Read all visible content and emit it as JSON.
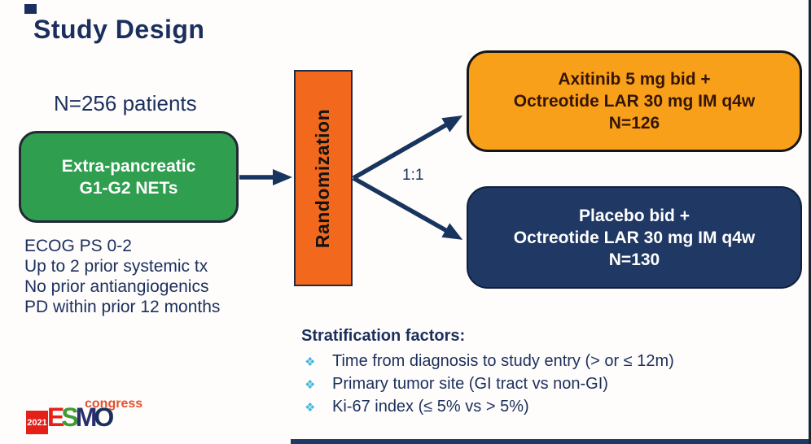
{
  "slide": {
    "title": "Study Design",
    "patients": "N=256 patients",
    "population_box": {
      "line1": "Extra-pancreatic",
      "line2": "G1-G2 NETs"
    },
    "criteria": [
      "ECOG PS 0-2",
      "Up to 2 prior systemic tx",
      "No prior antiangiogenics",
      "PD within prior 12 months"
    ],
    "randomization_label": "Randomization",
    "ratio": "1:1",
    "arm_top": {
      "line1": "Axitinib 5 mg bid +",
      "line2": "Octreotide LAR 30 mg IM q4w",
      "line3": "N=126"
    },
    "arm_bottom": {
      "line1": "Placebo bid +",
      "line2": "Octreotide LAR 30 mg IM q4w",
      "line3": "N=130"
    },
    "stratification": {
      "heading": "Stratification factors:",
      "items": [
        "Time from diagnosis to study entry (> or ≤ 12m)",
        "Primary tumor site (GI tract vs non-GI)",
        "Ki-67 index (≤ 5% vs > 5%)"
      ]
    },
    "logo": {
      "year": "2021",
      "letters": [
        "E",
        "S",
        "M",
        "O"
      ],
      "suffix": "congress"
    }
  },
  "icons": {
    "bullet": "❖"
  },
  "colors": {
    "navy_text": "#1b2f5e",
    "green_box": "#2f9e4e",
    "orange_randomization": "#f2691d",
    "orange_arm": "#f9a01b",
    "navy_arm": "#1f3864",
    "arrow": "#17355e",
    "bullet_cyan": "#45b9dd",
    "arm_top_text": "#351504",
    "esmo_red": "#e32119",
    "esmo_green": "#3f9c35",
    "esmo_navy": "#2a2e6d",
    "congress_red": "#e4502e"
  }
}
